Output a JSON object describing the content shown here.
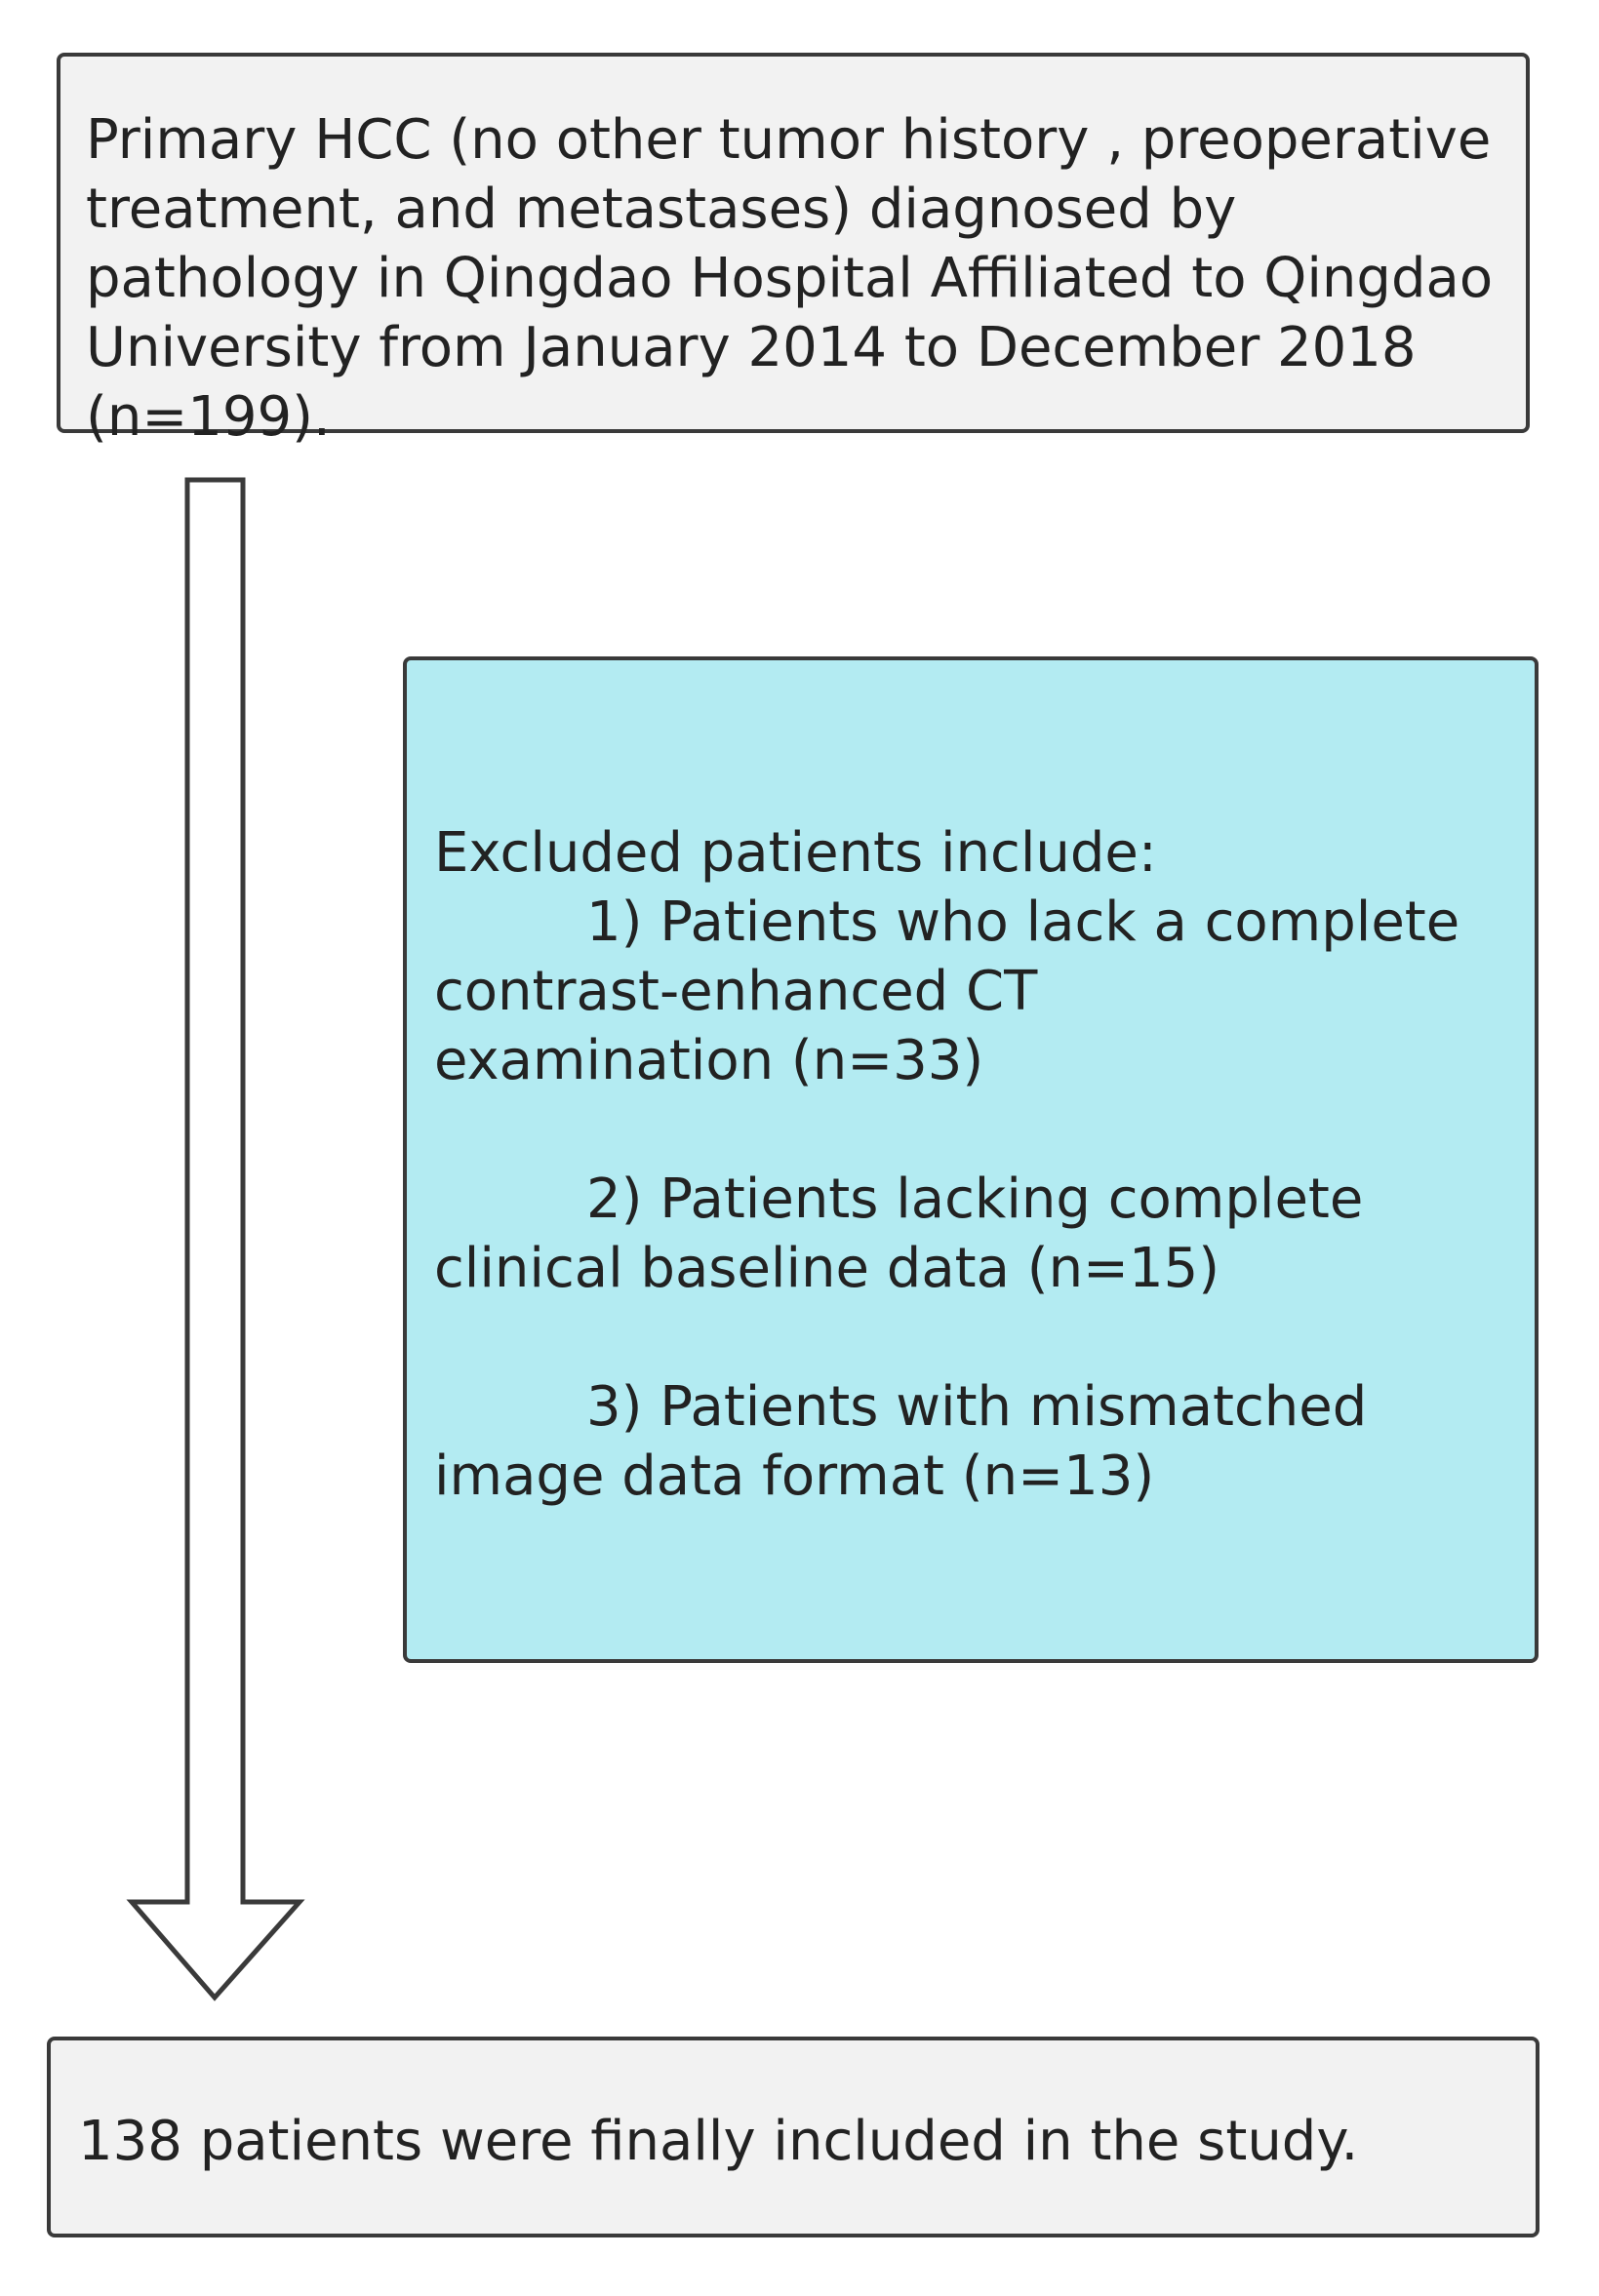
{
  "source_box": {
    "text": "Primary HCC (no other tumor history , preoperative treatment, and metastases) diagnosed by pathology in Qingdao Hospital Affiliated to Qingdao University from January 2014 to December 2018 (n=199)."
  },
  "exclusion_box": {
    "heading": "Excluded patients include:",
    "items": [
      {
        "first_line": "1) Patients who lack a complete",
        "rest": "contrast-enhanced CT examination (n=33)"
      },
      {
        "first_line": "2) Patients lacking complete",
        "rest": "clinical baseline data (n=15)"
      },
      {
        "first_line": "3) Patients with mismatched",
        "rest": "image data format (n=13)"
      }
    ]
  },
  "final_box": {
    "text": "138 patients were finally included in the study."
  },
  "colors": {
    "box_fill": "#f2f2f2",
    "exclusion_fill": "#b3ebf2",
    "border": "#3a3a3a"
  }
}
